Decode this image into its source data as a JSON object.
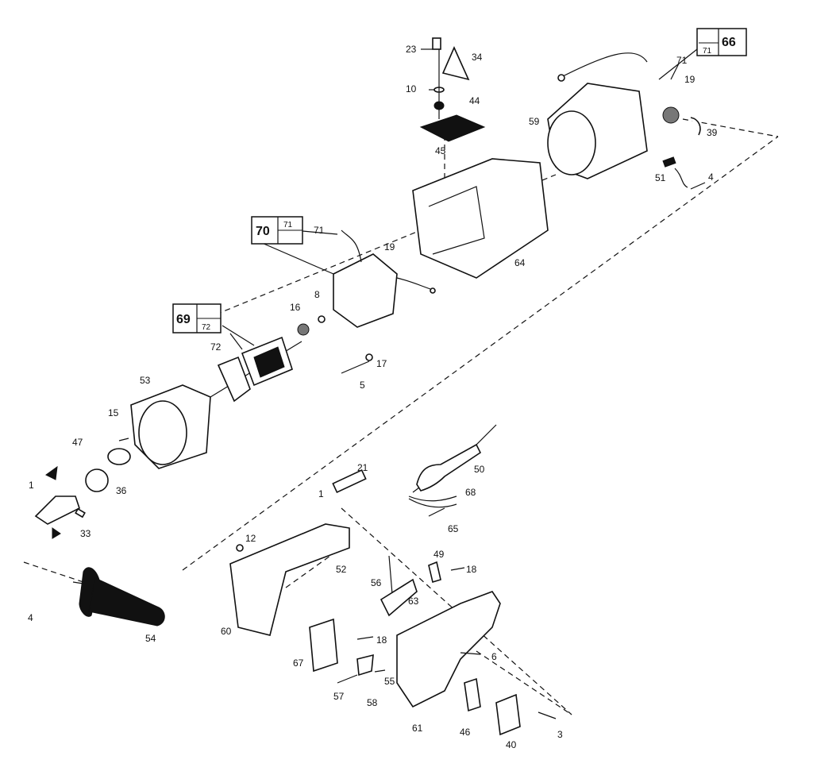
{
  "part_labels": {
    "p23": "23",
    "p34": "34",
    "p10": "10",
    "p44": "44",
    "p45": "45",
    "p71a": "71",
    "p19a": "19",
    "p59": "59",
    "p39": "39",
    "p51": "51",
    "p4a": "4",
    "p71b": "71",
    "p19b": "19",
    "p64": "64",
    "p16": "16",
    "p8": "8",
    "p72": "72",
    "p17": "17",
    "p5": "5",
    "p53": "53",
    "p15": "15",
    "p47": "47",
    "p36": "36",
    "p1a": "1",
    "p33": "33",
    "p21": "21",
    "p1b": "1",
    "p50": "50",
    "p68": "68",
    "p65": "65",
    "p12": "12",
    "p49": "49",
    "p18a": "18",
    "p52": "52",
    "p56": "56",
    "p63": "63",
    "p54": "54",
    "p60": "60",
    "p4b": "4",
    "p18b": "18",
    "p67": "67",
    "p6": "6",
    "p55": "55",
    "p57": "57",
    "p58": "58",
    "p61": "61",
    "p46": "46",
    "p40": "40",
    "p3": "3"
  },
  "ref_boxes": {
    "box66": {
      "main": "66",
      "sub": "71"
    },
    "box70": {
      "main": "70",
      "sub": "71"
    },
    "box69": {
      "main": "69",
      "sub": "72"
    }
  }
}
